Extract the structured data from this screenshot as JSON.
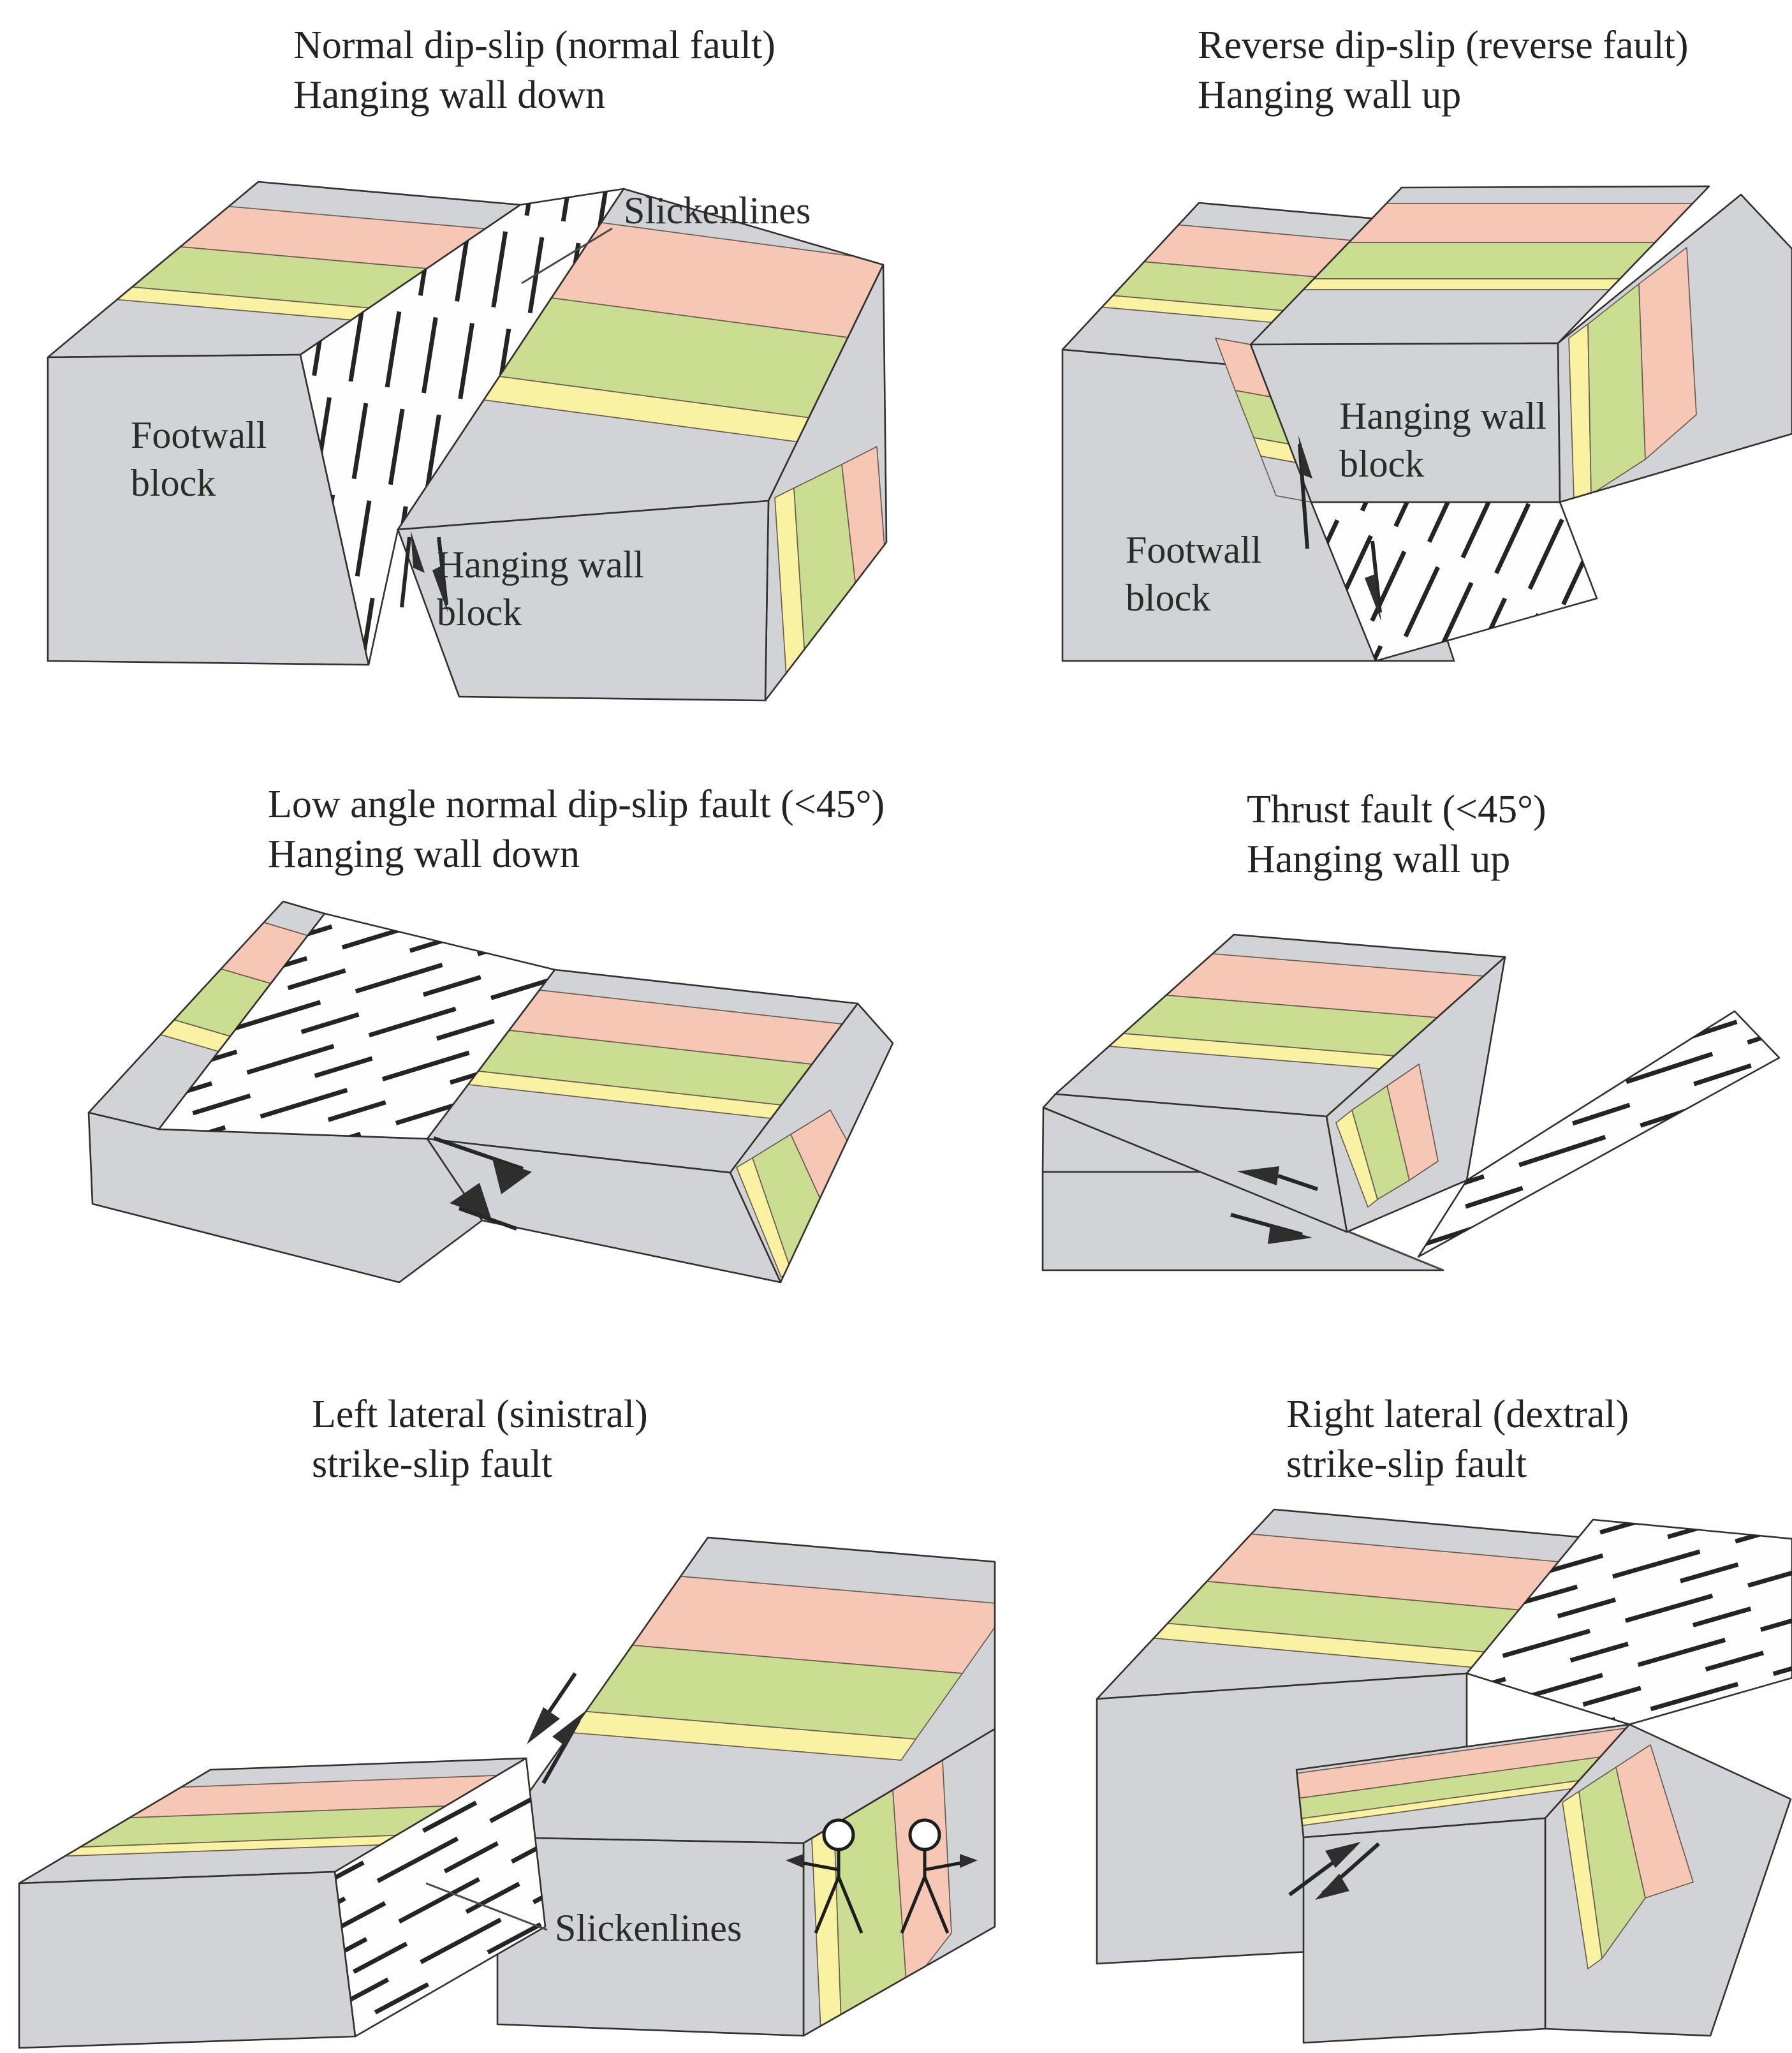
{
  "figure": {
    "description": "Six block diagrams of fault types with colored sedimentary layers and slickenlines",
    "colors": {
      "layer_pink": "#f6c7b4",
      "layer_green": "#cadd90",
      "layer_yellow": "#f8f2a2",
      "rock_gray": "#d2d3d6",
      "fault_plane_white": "#fefefe",
      "line_dark": "#2b2b2b"
    },
    "panels": [
      {
        "key": "normal-fault",
        "title1": "Normal dip-slip (normal fault)",
        "title2": "Hanging wall down",
        "labels": {
          "slickenlines": "Slickenlines",
          "footwall1": "Footwall",
          "footwall2": "block",
          "hanging1": "Hanging wall",
          "hanging2": "block"
        }
      },
      {
        "key": "reverse-fault",
        "title1": "Reverse dip-slip (reverse fault)",
        "title2": "Hanging wall up",
        "labels": {
          "hanging1": "Hanging wall",
          "hanging2": "block",
          "footwall1": "Footwall",
          "footwall2": "block"
        }
      },
      {
        "key": "low-angle-normal-fault",
        "title1": "Low angle normal dip-slip fault (<45°)",
        "title2": "Hanging wall down"
      },
      {
        "key": "thrust-fault",
        "title1": "Thrust fault (<45°)",
        "title2": "Hanging wall up"
      },
      {
        "key": "left-lateral-strike-slip",
        "title1": "Left lateral (sinistral)",
        "title2": "strike-slip fault",
        "labels": {
          "slickenlines": "Slickenlines"
        }
      },
      {
        "key": "right-lateral-strike-slip",
        "title1": "Right lateral (dextral)",
        "title2": "strike-slip fault"
      }
    ]
  }
}
